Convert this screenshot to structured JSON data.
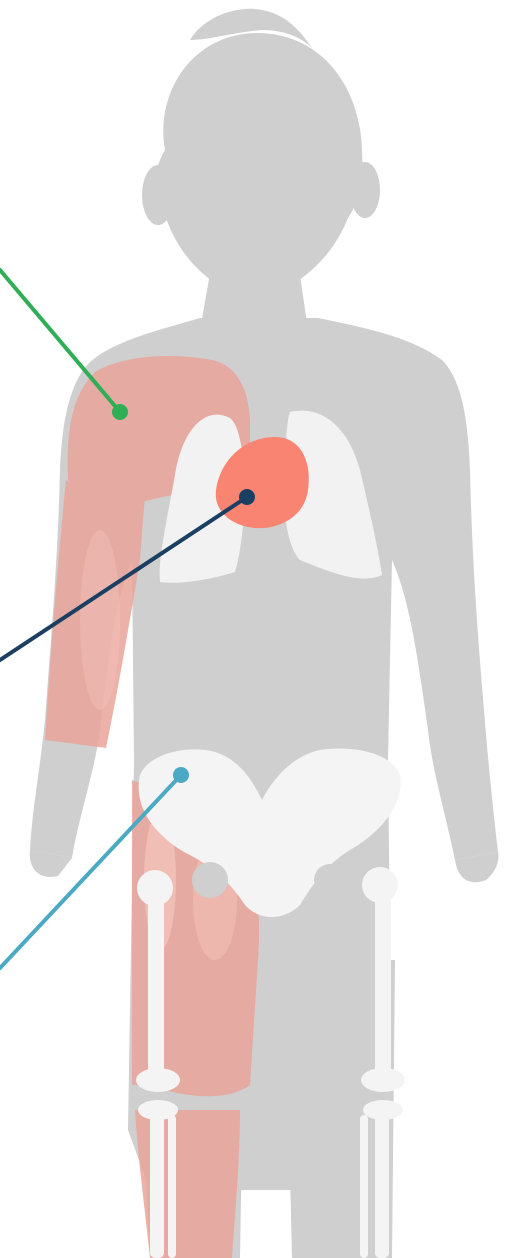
{
  "colors": {
    "background": "#ffffff",
    "body_silhouette": "#cfcfcf",
    "lungs": "#f2f2f2",
    "bones": "#f4f4f4",
    "muscle_overlay": "#e9a49a",
    "muscle_overlay_light": "#f6c6bf",
    "heart": "#f98472"
  },
  "callouts": [
    {
      "target": "muscle",
      "color": "#2fae55"
    },
    {
      "target": "heart",
      "color": "#1b3f63"
    },
    {
      "target": "bone",
      "color": "#4ba9c4"
    }
  ]
}
